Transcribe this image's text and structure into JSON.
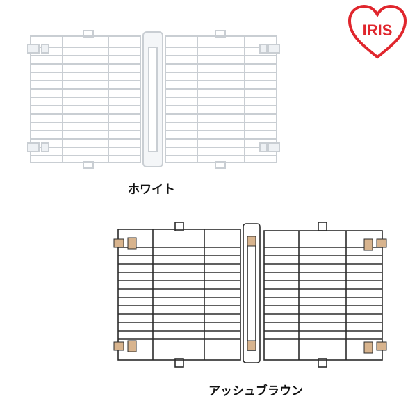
{
  "brand": {
    "logo_text": "IRIS",
    "logo_color": "#e0262d",
    "logo_icon": "heart-logo"
  },
  "products": [
    {
      "label": "ホワイト",
      "frame_color": "#c9ced3",
      "accent_color": "#ffffff"
    },
    {
      "label": "アッシュブラウン",
      "frame_color": "#2b2b2b",
      "accent_color": "#d8b48e"
    }
  ]
}
